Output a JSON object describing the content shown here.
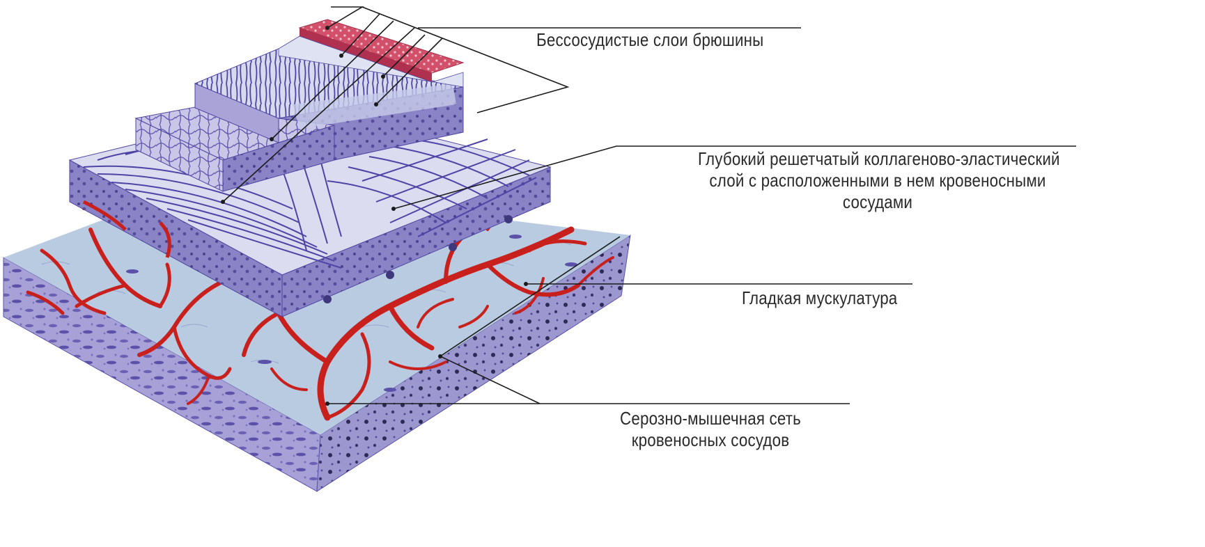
{
  "diagram": {
    "labels": {
      "avascular": "Бессосудистые слои брюшины",
      "deep_layer": [
        "Глубокий решетчатый коллагеново-эластический",
        "слой с расположенными в нем кровеносными",
        "сосудами"
      ],
      "smooth_muscle": "Гладкая мускулатура",
      "serous_network": [
        "Серозно-мышечная сеть",
        "кровеносных сосудов"
      ]
    },
    "colors": {
      "vessel": "#c8201c",
      "mesothelium": "#d2506a",
      "fiber": "#5a4fb0",
      "tissue": "#a6a0d6",
      "tissue_dark": "#7068b8",
      "serosa_light": "#b8cde2",
      "leader_line": "#1a1a1a"
    }
  }
}
